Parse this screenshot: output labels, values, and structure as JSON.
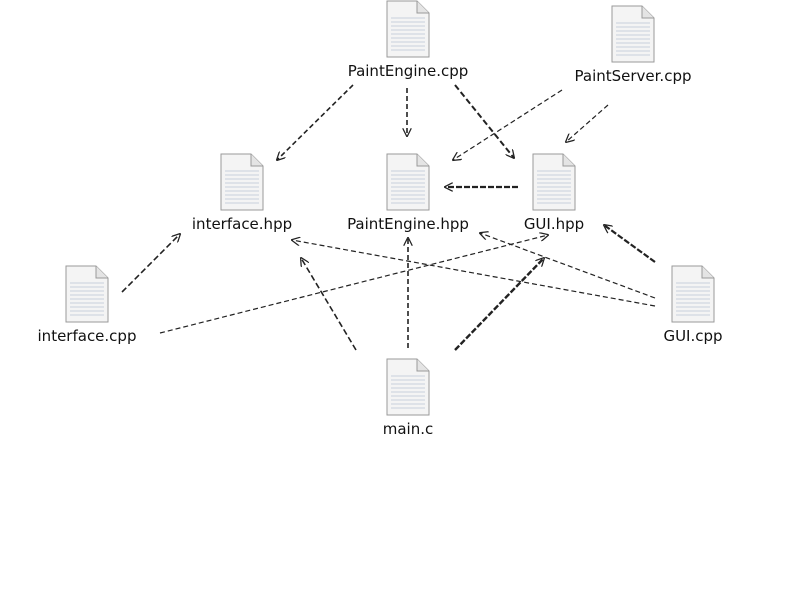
{
  "files": {
    "paintengine_cpp": {
      "name": "PaintEngine.cpp",
      "icon": "document-icon"
    },
    "paintserver_cpp": {
      "name": "PaintServer.cpp",
      "icon": "document-icon"
    },
    "interface_hpp": {
      "name": "interface.hpp",
      "icon": "document-icon"
    },
    "paintengine_hpp": {
      "name": "PaintEngine.hpp",
      "icon": "document-icon"
    },
    "gui_hpp": {
      "name": "GUI.hpp",
      "icon": "document-icon"
    },
    "interface_cpp": {
      "name": "interface.cpp",
      "icon": "document-icon"
    },
    "gui_cpp": {
      "name": "GUI.cpp",
      "icon": "document-icon"
    },
    "main_c": {
      "name": "main.c",
      "icon": "document-icon"
    }
  },
  "dependencies": [
    {
      "from": "PaintEngine.cpp",
      "to": "interface.hpp"
    },
    {
      "from": "PaintEngine.cpp",
      "to": "PaintEngine.hpp"
    },
    {
      "from": "PaintEngine.cpp",
      "to": "GUI.hpp"
    },
    {
      "from": "PaintServer.cpp",
      "to": "PaintEngine.hpp"
    },
    {
      "from": "PaintServer.cpp",
      "to": "GUI.hpp"
    },
    {
      "from": "GUI.hpp",
      "to": "PaintEngine.hpp"
    },
    {
      "from": "interface.cpp",
      "to": "interface.hpp"
    },
    {
      "from": "interface.cpp",
      "to": "GUI.hpp"
    },
    {
      "from": "GUI.cpp",
      "to": "interface.hpp"
    },
    {
      "from": "GUI.cpp",
      "to": "PaintEngine.hpp"
    },
    {
      "from": "GUI.cpp",
      "to": "GUI.hpp"
    },
    {
      "from": "main.c",
      "to": "interface.hpp"
    },
    {
      "from": "main.c",
      "to": "PaintEngine.hpp"
    },
    {
      "from": "main.c",
      "to": "GUI.hpp"
    }
  ],
  "colors": {
    "edge": "#222222",
    "icon_fill": "#f4f4f4",
    "icon_stroke": "#9a9a9a",
    "icon_lines": "#c8d0dc"
  }
}
